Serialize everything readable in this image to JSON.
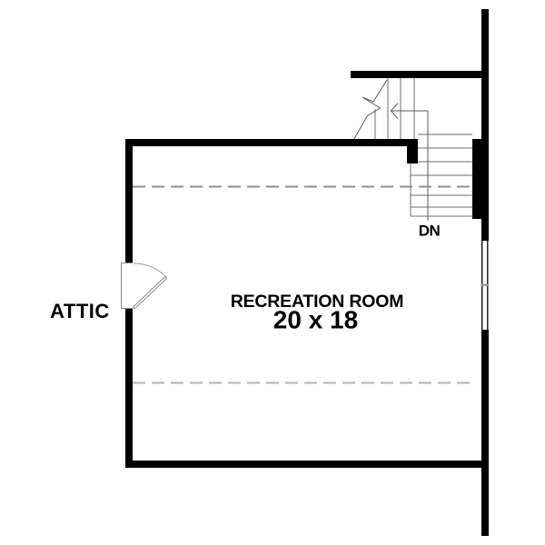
{
  "colors": {
    "background": "#ffffff",
    "wall": "#000000",
    "stair_line": "#6e6e6e",
    "path_line": "#5a5a5a",
    "guide_dash_upper": "#8f8f8f",
    "guide_dash_lower": "#b3b3b3",
    "door_line": "#8a8a8a",
    "door_arc": "#9a9a9a",
    "window_tick": "#9a9a9a",
    "label": "#000000"
  },
  "plan": {
    "room": {
      "name": "RECREATION ROOM",
      "dimensions": "20 x 18"
    },
    "adjacent_space": {
      "name": "ATTIC"
    },
    "stairs": {
      "direction_label": "DN"
    }
  }
}
